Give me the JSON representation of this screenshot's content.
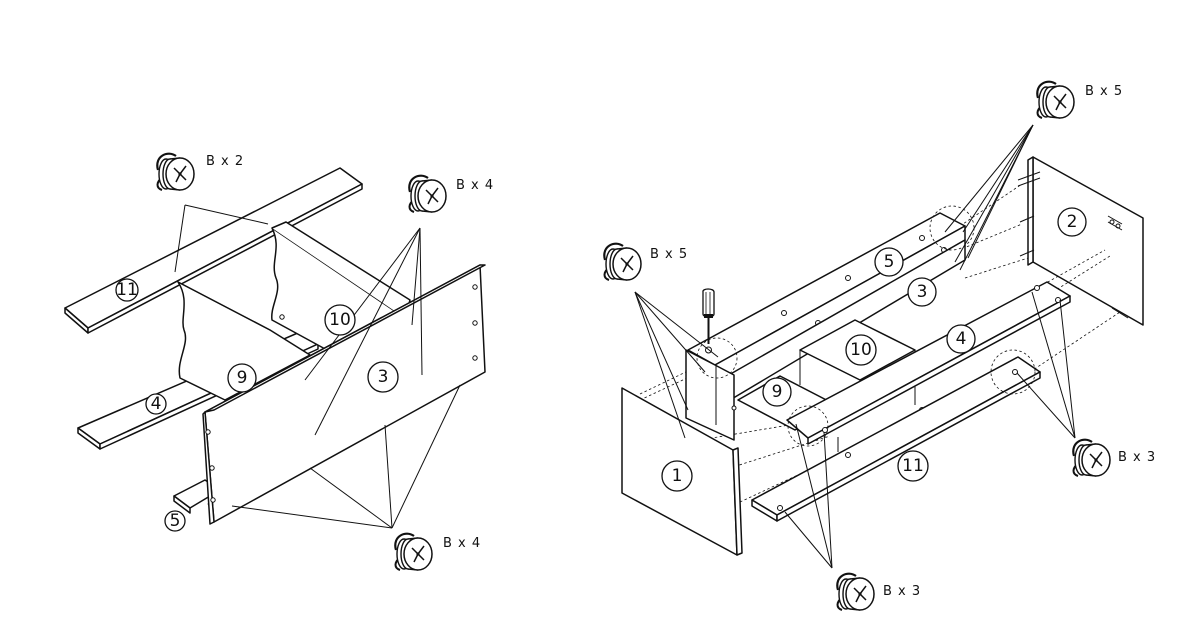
{
  "parts": {
    "left": {
      "p11": "11",
      "p4": "4",
      "p9": "9",
      "p10": "10",
      "p3": "3",
      "p5": "5"
    },
    "right": {
      "p1": "1",
      "p2": "2",
      "p3": "3",
      "p4": "4",
      "p5": "5",
      "p9": "9",
      "p10": "10",
      "p11": "11"
    }
  },
  "hardware_labels": {
    "left_top": "B x 2",
    "left_upper_right": "B x 4",
    "left_bottom": "B x 4",
    "right_left": "B x 5",
    "right_top": "B x 5",
    "right_lower_right": "B x 3",
    "right_bottom": "B x 3"
  },
  "icons": {
    "fastener": "cam-lock-icon",
    "tool": "screwdriver-icon"
  }
}
